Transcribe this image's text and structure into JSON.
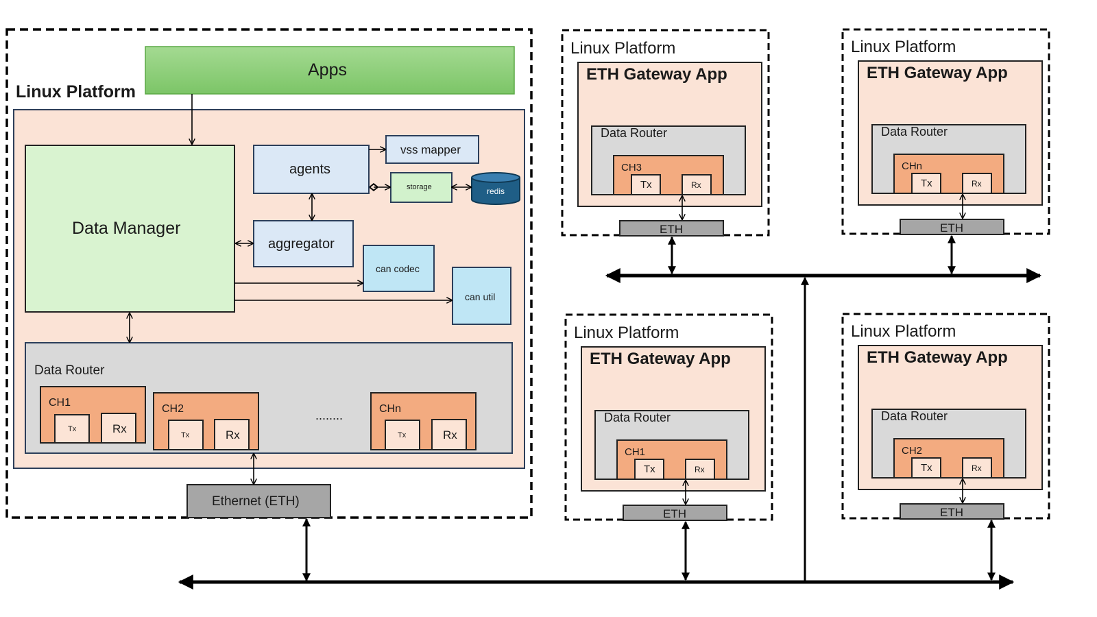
{
  "main_platform": {
    "title": "Linux Platform",
    "apps": "Apps",
    "data_manager": "Data Manager",
    "agents": "agents",
    "vss_mapper": "vss mapper",
    "storage": "storage",
    "redis": "redis",
    "aggregator": "aggregator",
    "can_codec": "can codec",
    "can_util": "can util",
    "data_router": {
      "title": "Data Router",
      "ellipsis": "........",
      "channels": [
        {
          "name": "CH1",
          "tx": "Tx",
          "rx": "Rx"
        },
        {
          "name": "CH2",
          "tx": "Tx",
          "rx": "Rx"
        },
        {
          "name": "CHn",
          "tx": "Tx",
          "rx": "Rx"
        }
      ]
    },
    "ethernet": "Ethernet (ETH)"
  },
  "gateways": [
    {
      "platform": "Linux Platform",
      "app": "ETH Gateway App",
      "router": "Data Router",
      "channel": "CH3",
      "tx": "Tx",
      "rx": "Rx",
      "eth": "ETH"
    },
    {
      "platform": "Linux Platform",
      "app": "ETH Gateway App",
      "router": "Data Router",
      "channel": "CHn",
      "tx": "Tx",
      "rx": "Rx",
      "eth": "ETH"
    },
    {
      "platform": "Linux Platform",
      "app": "ETH Gateway App",
      "router": "Data Router",
      "channel": "CH1",
      "tx": "Tx",
      "rx": "Rx",
      "eth": "ETH"
    },
    {
      "platform": "Linux Platform",
      "app": "ETH Gateway App",
      "router": "Data Router",
      "channel": "CH2",
      "tx": "Tx",
      "rx": "Rx",
      "eth": "ETH"
    }
  ],
  "colors": {
    "apps_fill": "#8fd07a",
    "platform_fill": "#fbe3d6",
    "data_manager_fill": "#d9f3d0",
    "light_blue": "#dbe8f6",
    "cyan": "#bfe6f5",
    "storage_fill": "#d2f2cc",
    "redis_fill": "#1f5e86",
    "router_fill": "#d9d9d9",
    "channel_fill": "#f3ab80",
    "txrx_fill": "#fce4d6",
    "eth_fill": "#a6a6a6"
  }
}
